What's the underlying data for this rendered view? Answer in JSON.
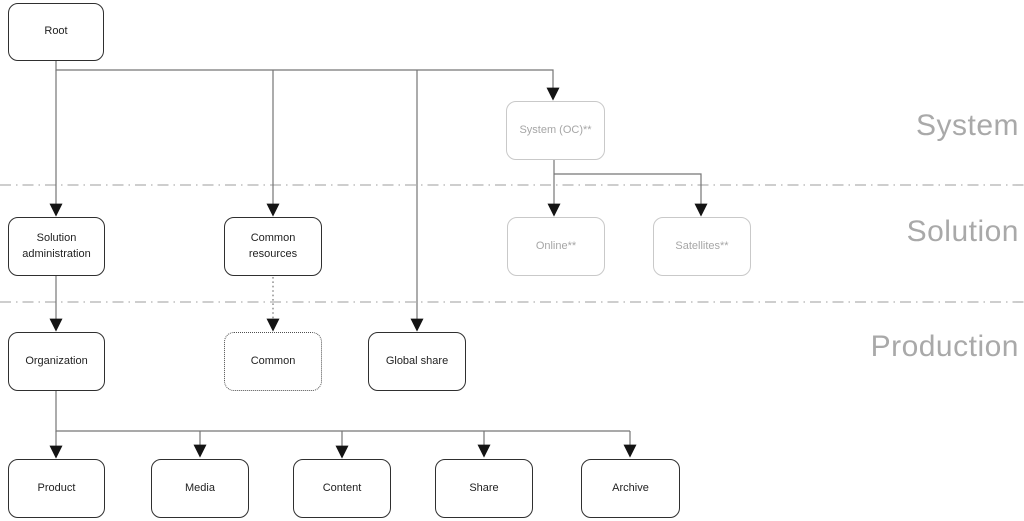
{
  "diagram": {
    "nodes": {
      "root": {
        "label": "Root",
        "variant": "solid"
      },
      "system_oc": {
        "label": "System (OC)**",
        "variant": "muted"
      },
      "solution_administration": {
        "label": "Solution administration",
        "variant": "solid"
      },
      "common_resources": {
        "label": "Common resources",
        "variant": "solid"
      },
      "online": {
        "label": "Online**",
        "variant": "muted"
      },
      "satellites": {
        "label": "Satellites**",
        "variant": "muted"
      },
      "organization": {
        "label": "Organization",
        "variant": "solid"
      },
      "common": {
        "label": "Common",
        "variant": "dotted"
      },
      "global_share": {
        "label": "Global share",
        "variant": "solid"
      },
      "product": {
        "label": "Product",
        "variant": "solid"
      },
      "media": {
        "label": "Media",
        "variant": "solid"
      },
      "content": {
        "label": "Content",
        "variant": "solid"
      },
      "share": {
        "label": "Share",
        "variant": "solid"
      },
      "archive": {
        "label": "Archive",
        "variant": "solid"
      }
    },
    "zones": {
      "system": {
        "label": "System"
      },
      "solution": {
        "label": "Solution"
      },
      "production": {
        "label": "Production"
      }
    },
    "colors": {
      "node_border": "#2f2f2f",
      "node_text": "#222222",
      "muted_border": "#c9c9c9",
      "muted_text": "#a6a6a6",
      "connector": "#767676",
      "arrowhead": "#141414",
      "divider": "#b0b0b0",
      "zone_label": "#a9a9a9"
    }
  }
}
